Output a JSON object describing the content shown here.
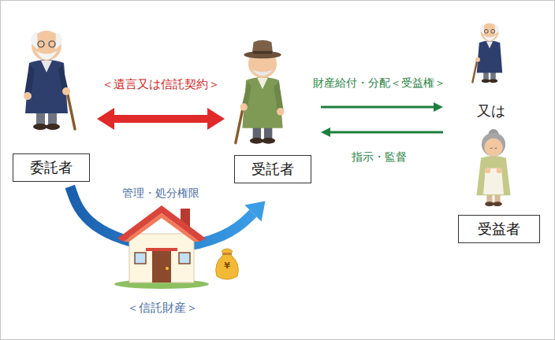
{
  "diagram": {
    "nodes": [
      {
        "text": [
          "委託者"
        ]
      },
      {
        "text": [
          "受託者"
        ]
      },
      {
        "text": [
          "受益者"
        ]
      }
    ],
    "edges": [
      {
        "from": 0,
        "to": 1,
        "label": "＜遺言又は信託契約＞",
        "arrow": "both"
      },
      {
        "from": 1,
        "to": 2,
        "label": "財産給付・分配＜受益権＞",
        "arrow": "to"
      },
      {
        "from": 2,
        "to": 1,
        "label": "指示・監督",
        "arrow": "to"
      },
      {
        "from": 0,
        "to": 1,
        "label": "管理・処分権限",
        "arrow": "to"
      }
    ],
    "labels": [
      "又は",
      "＜信託財産＞",
      "¥"
    ]
  }
}
